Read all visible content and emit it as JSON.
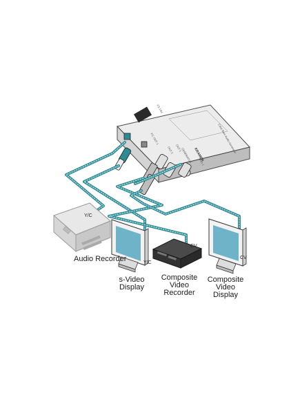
{
  "device": {
    "model": "VS-10xl",
    "brand": "KRAMER",
    "product_name": "Color Bars Audio Generator",
    "panel_labels": [
      "DVD 1",
      "OUT 1",
      "OUT 2",
      "Y/C OUT 1",
      "GENERATOR"
    ]
  },
  "connector_labels": {
    "audio_recorder_port": "Y/C",
    "svideo_display_port": "Y/C",
    "composite_recorder_port": "CV",
    "composite_display_port": "CV"
  },
  "captions": {
    "audio_recorder": "Audio Recorder",
    "svideo_display": [
      "s-Video",
      "Display"
    ],
    "composite_recorder": [
      "Composite",
      "Video",
      "Recorder"
    ],
    "composite_display": [
      "Composite",
      "Video",
      "Display"
    ]
  },
  "colors": {
    "cable": "#2e8a93",
    "cable_dots": "#bfe3e6",
    "device_body": "#e6e6e6",
    "device_edge": "#4a4a4a",
    "screen": "#6fb3c8",
    "recorder_body": "#3a3a3a"
  }
}
